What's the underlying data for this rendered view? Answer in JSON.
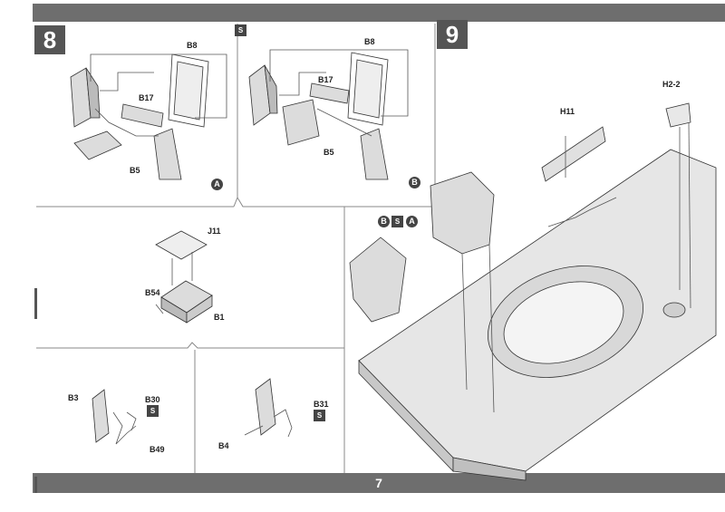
{
  "page": {
    "page_number": "7"
  },
  "step8": {
    "number": "8",
    "panel_a": {
      "labels": [
        "B8",
        "B17",
        "B5"
      ],
      "variant": "A"
    },
    "panel_b": {
      "labels": [
        "B8",
        "B17",
        "B5"
      ],
      "variant": "B"
    },
    "subassembly_1": {
      "labels": [
        "J11",
        "B54",
        "B1"
      ]
    },
    "subassembly_2": {
      "labels": [
        "B3",
        "B30",
        "B49"
      ]
    },
    "subassembly_3": {
      "labels": [
        "B31",
        "B4"
      ]
    },
    "photoetch_icon": "S"
  },
  "step9": {
    "number": "9",
    "labels": [
      "H11",
      "H2-2"
    ],
    "variant_badges": [
      "B",
      "S",
      "A"
    ]
  },
  "colors": {
    "bar": "#6e6e6e",
    "line": "#333333",
    "part_fill": "#dcdcdc"
  }
}
